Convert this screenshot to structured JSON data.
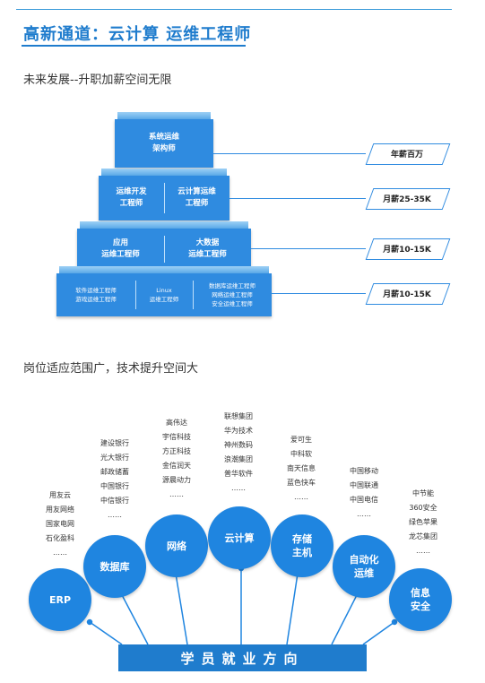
{
  "title": "高新通道：云计算  运维工程师",
  "section1": "未来发展--升职加薪空间无限",
  "section2": "岗位适应范围广，技术提升空间大",
  "pyramid": {
    "tier1": {
      "cells": [
        "系统运维\n架构师"
      ]
    },
    "tier2": {
      "cells": [
        "运维开发\n工程师",
        "云计算运维\n工程师"
      ]
    },
    "tier3": {
      "cells": [
        "应用\n运维工程师",
        "大数据\n运维工程师"
      ]
    },
    "tier4": {
      "cells": [
        "软件运维工程师\n游戏运维工程师",
        "Linux\n运维工程师",
        "数据库运维工程师\n网络运维工程师\n安全运维工程师"
      ]
    }
  },
  "salaries": [
    "年薪百万",
    "月薪25-35K",
    "月薪10-15K",
    "月薪10-15K"
  ],
  "banner": "学员就业方向",
  "directions": [
    {
      "label": "ERP",
      "companies": [
        "用友云",
        "用友网络",
        "国家电网",
        "石化盈科",
        "……"
      ]
    },
    {
      "label": "数据库",
      "companies": [
        "建设银行",
        "光大银行",
        "邮政储蓄",
        "中国银行",
        "中信银行",
        "……"
      ]
    },
    {
      "label": "网络",
      "companies": [
        "高伟达",
        "宇信科技",
        "方正科技",
        "金信润天",
        "源晨动力",
        "……"
      ]
    },
    {
      "label": "云计算",
      "companies": [
        "联想集团",
        "华为技术",
        "神州数码",
        "浪潮集团",
        "普华软件",
        "……"
      ]
    },
    {
      "label": "存储\n主机",
      "companies": [
        "爱可生",
        "中科软",
        "南天信息",
        "蓝色快车",
        "……"
      ]
    },
    {
      "label": "自动化\n运维",
      "companies": [
        "中国移动",
        "中国联通",
        "中国电信",
        "……"
      ]
    },
    {
      "label": "信息\n安全",
      "companies": [
        "中节能",
        "360安全",
        "绿色苹果",
        "龙芯集团",
        "……"
      ]
    }
  ],
  "colors": {
    "primary": "#1f7ccd",
    "tier": "#2f8be0",
    "circle": "#1f85e0"
  }
}
